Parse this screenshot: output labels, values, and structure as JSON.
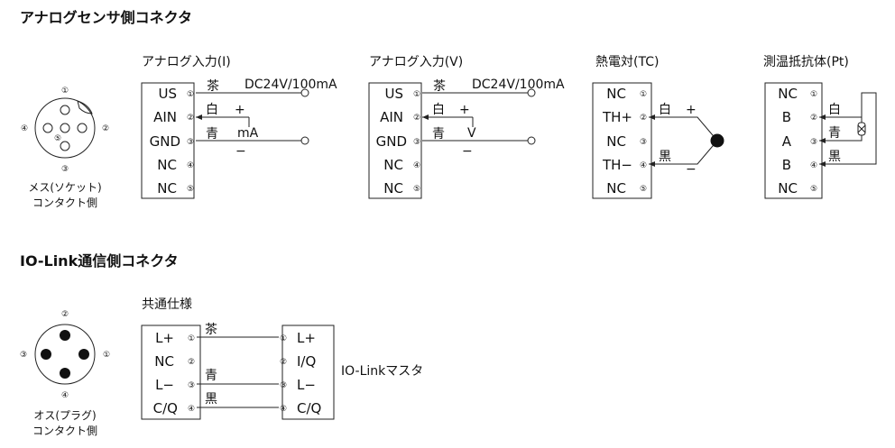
{
  "sections": {
    "analog_title": "アナログセンサ側コネクタ",
    "iolink_title": "IO-Link通信側コネクタ"
  },
  "female_connector": {
    "pins": [
      "①",
      "②",
      "③",
      "④",
      "⑤"
    ],
    "caption_line1": "メス(ソケット)",
    "caption_line2": "コンタクト側"
  },
  "male_connector": {
    "pins": [
      "①",
      "②",
      "③",
      "④"
    ],
    "caption_line1": "オス(プラグ)",
    "caption_line2": "コンタクト側"
  },
  "analog_i": {
    "title": "アナログ入力(I)",
    "pins": [
      "US",
      "AIN",
      "GND",
      "NC",
      "NC"
    ],
    "nums": [
      "①",
      "②",
      "③",
      "④",
      "⑤"
    ],
    "wire_brown": "茶",
    "wire_white": "白",
    "wire_blue": "青",
    "plus": "+",
    "minus": "−",
    "supply": "DC24V/100mA",
    "signal": "mA"
  },
  "analog_v": {
    "title": "アナログ入力(V)",
    "pins": [
      "US",
      "AIN",
      "GND",
      "NC",
      "NC"
    ],
    "nums": [
      "①",
      "②",
      "③",
      "④",
      "⑤"
    ],
    "wire_brown": "茶",
    "wire_white": "白",
    "wire_blue": "青",
    "plus": "+",
    "minus": "−",
    "supply": "DC24V/100mA",
    "signal": "V"
  },
  "thermocouple": {
    "title": "熱電対(TC)",
    "pins": [
      "NC",
      "TH+",
      "NC",
      "TH−",
      "NC"
    ],
    "nums": [
      "①",
      "②",
      "③",
      "④",
      "⑤"
    ],
    "wire_white": "白",
    "wire_black": "黒",
    "plus": "+",
    "minus": "−"
  },
  "rtd": {
    "title": "測温抵抗体(Pt)",
    "pins": [
      "NC",
      "B",
      "A",
      "B",
      "NC"
    ],
    "nums": [
      "①",
      "②",
      "③",
      "④",
      "⑤"
    ],
    "wire_white": "白",
    "wire_blue": "青",
    "wire_black": "黒"
  },
  "iolink": {
    "title": "共通仕様",
    "left_pins": [
      "L+",
      "NC",
      "L−",
      "C/Q"
    ],
    "right_pins": [
      "L+",
      "I/Q",
      "L−",
      "C/Q"
    ],
    "nums": [
      "①",
      "②",
      "③",
      "④"
    ],
    "wire_brown": "茶",
    "wire_blue": "青",
    "wire_black": "黒",
    "master_label": "IO-Linkマスタ"
  }
}
